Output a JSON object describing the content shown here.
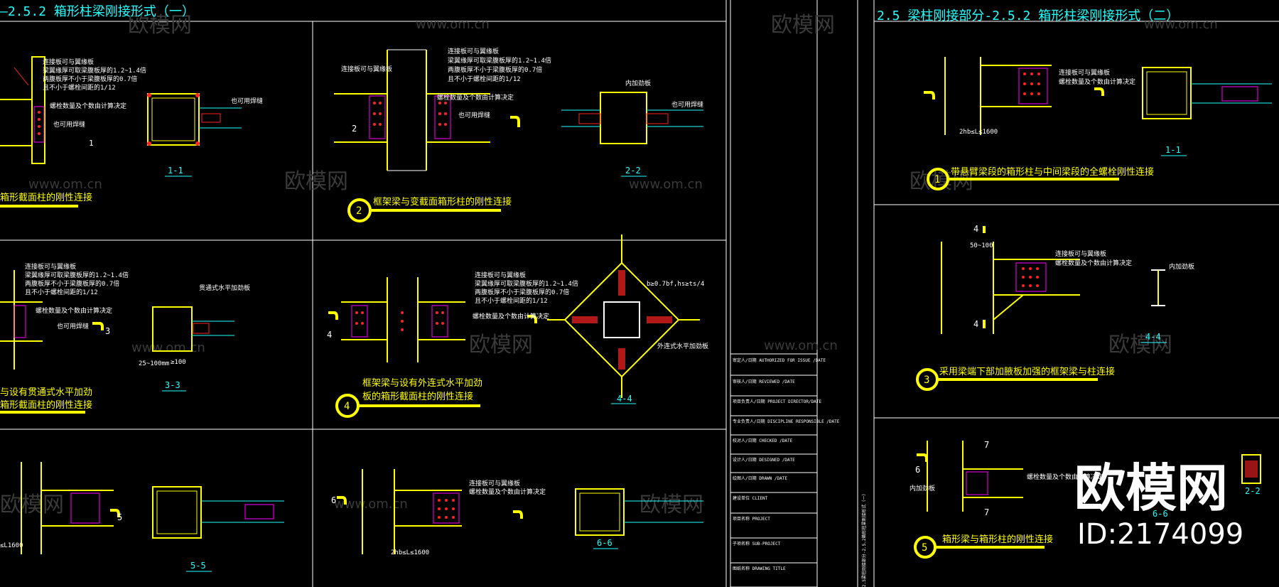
{
  "titles": {
    "left": "—2.5.2 箱形柱梁刚接形式（一）",
    "right": "2.5 梁柱刚接部分-2.5.2 箱形柱梁刚接形式（二）"
  },
  "captions": {
    "c1": "箱形截面柱的刚性连接",
    "c2": "框架梁与变截面箱形柱的刚性连接",
    "c3a": "与设有贯通式水平加劲",
    "c3b": "箱形截面柱的刚性连接",
    "c4a": "框架梁与设有外连式水平加劲",
    "c4b": "板的箱形截面柱的刚性连接",
    "c5": "带悬臂梁段的箱形柱与中间梁段的全螺栓刚性连接",
    "c5b": "带悬臂梁段的箱形柱与中间梁段的全螺栓刚性连接",
    "c6": "采用梁端下部加腋板加强的框架梁与柱连接",
    "c7": "箱形梁与箱形柱的刚性连接"
  },
  "circles": [
    "2",
    "4",
    "1",
    "3",
    "5"
  ],
  "sections": [
    "1-1",
    "2-2",
    "3-3",
    "4-4",
    "5-5",
    "6-6",
    "1-1",
    "4-4",
    "6-6",
    "2-2"
  ],
  "dims": {
    "d1": "25~100mm",
    "d2": "≥100",
    "d3": "2hb≤L≤1600",
    "d4": "2hb≤L≤1600",
    "d5": "50~100",
    "d6": "≤L1600"
  },
  "notes": {
    "n1": "连接板可与翼缘板",
    "n2": "梁翼缘厚可取梁腹板厚的1.2~1.4倍",
    "n3": "两腹板厚不小于梁腹板厚的0.7倍",
    "n4": "且不小于螺栓间距的1/12",
    "n5": "螺栓数量及个数由计算决定",
    "n6": "也可用焊缝",
    "n7": "内加劲板",
    "n8": "外连式水平加劲板",
    "n9": "贯通式水平加劲板",
    "n10": "b≥0.7bf,hs≥ts/4"
  },
  "numbers": {
    "n2": "2",
    "n3": "3",
    "n4": "4",
    "n5": "5",
    "n6": "6",
    "n7": "7",
    "n1": "1"
  },
  "title_block": {
    "rows": [
      "审定人/日期 AUTHORIZED FOR ISSUE /DATE",
      "审核人/日期 REVIEWED /DATE",
      "项目负责人/日期 PROJECT DIRECTOR/DATE",
      "专业负责人/日期 DISCIPLINE RESPONSIBLE /DATE",
      "校对人/日期 CHECKED /DATE",
      "设计人/日期 DESIGNED /DATE",
      "绘图人/日期 DRAWN /DATE",
      "建设单位 CLIENT",
      "项目名称 PROJECT",
      "子项名称 SUB-PROJECT",
      "图纸名称 DRAWING TITLE"
    ],
    "side_text": "2.5梁柱刚接部分-2.5.2箱形柱梁刚接形式（一）"
  },
  "watermarks": {
    "logo": "欧模网",
    "site": "www.om.cn",
    "site2": "www.om.cn"
  },
  "overlay": {
    "logo": "欧模网",
    "id": "ID:2174099"
  },
  "colors": {
    "line_yellow": "#ffff00",
    "line_cyan": "#22ffff",
    "line_red": "#ff2020",
    "line_white": "#ffffff",
    "line_magenta": "#ff40ff"
  }
}
